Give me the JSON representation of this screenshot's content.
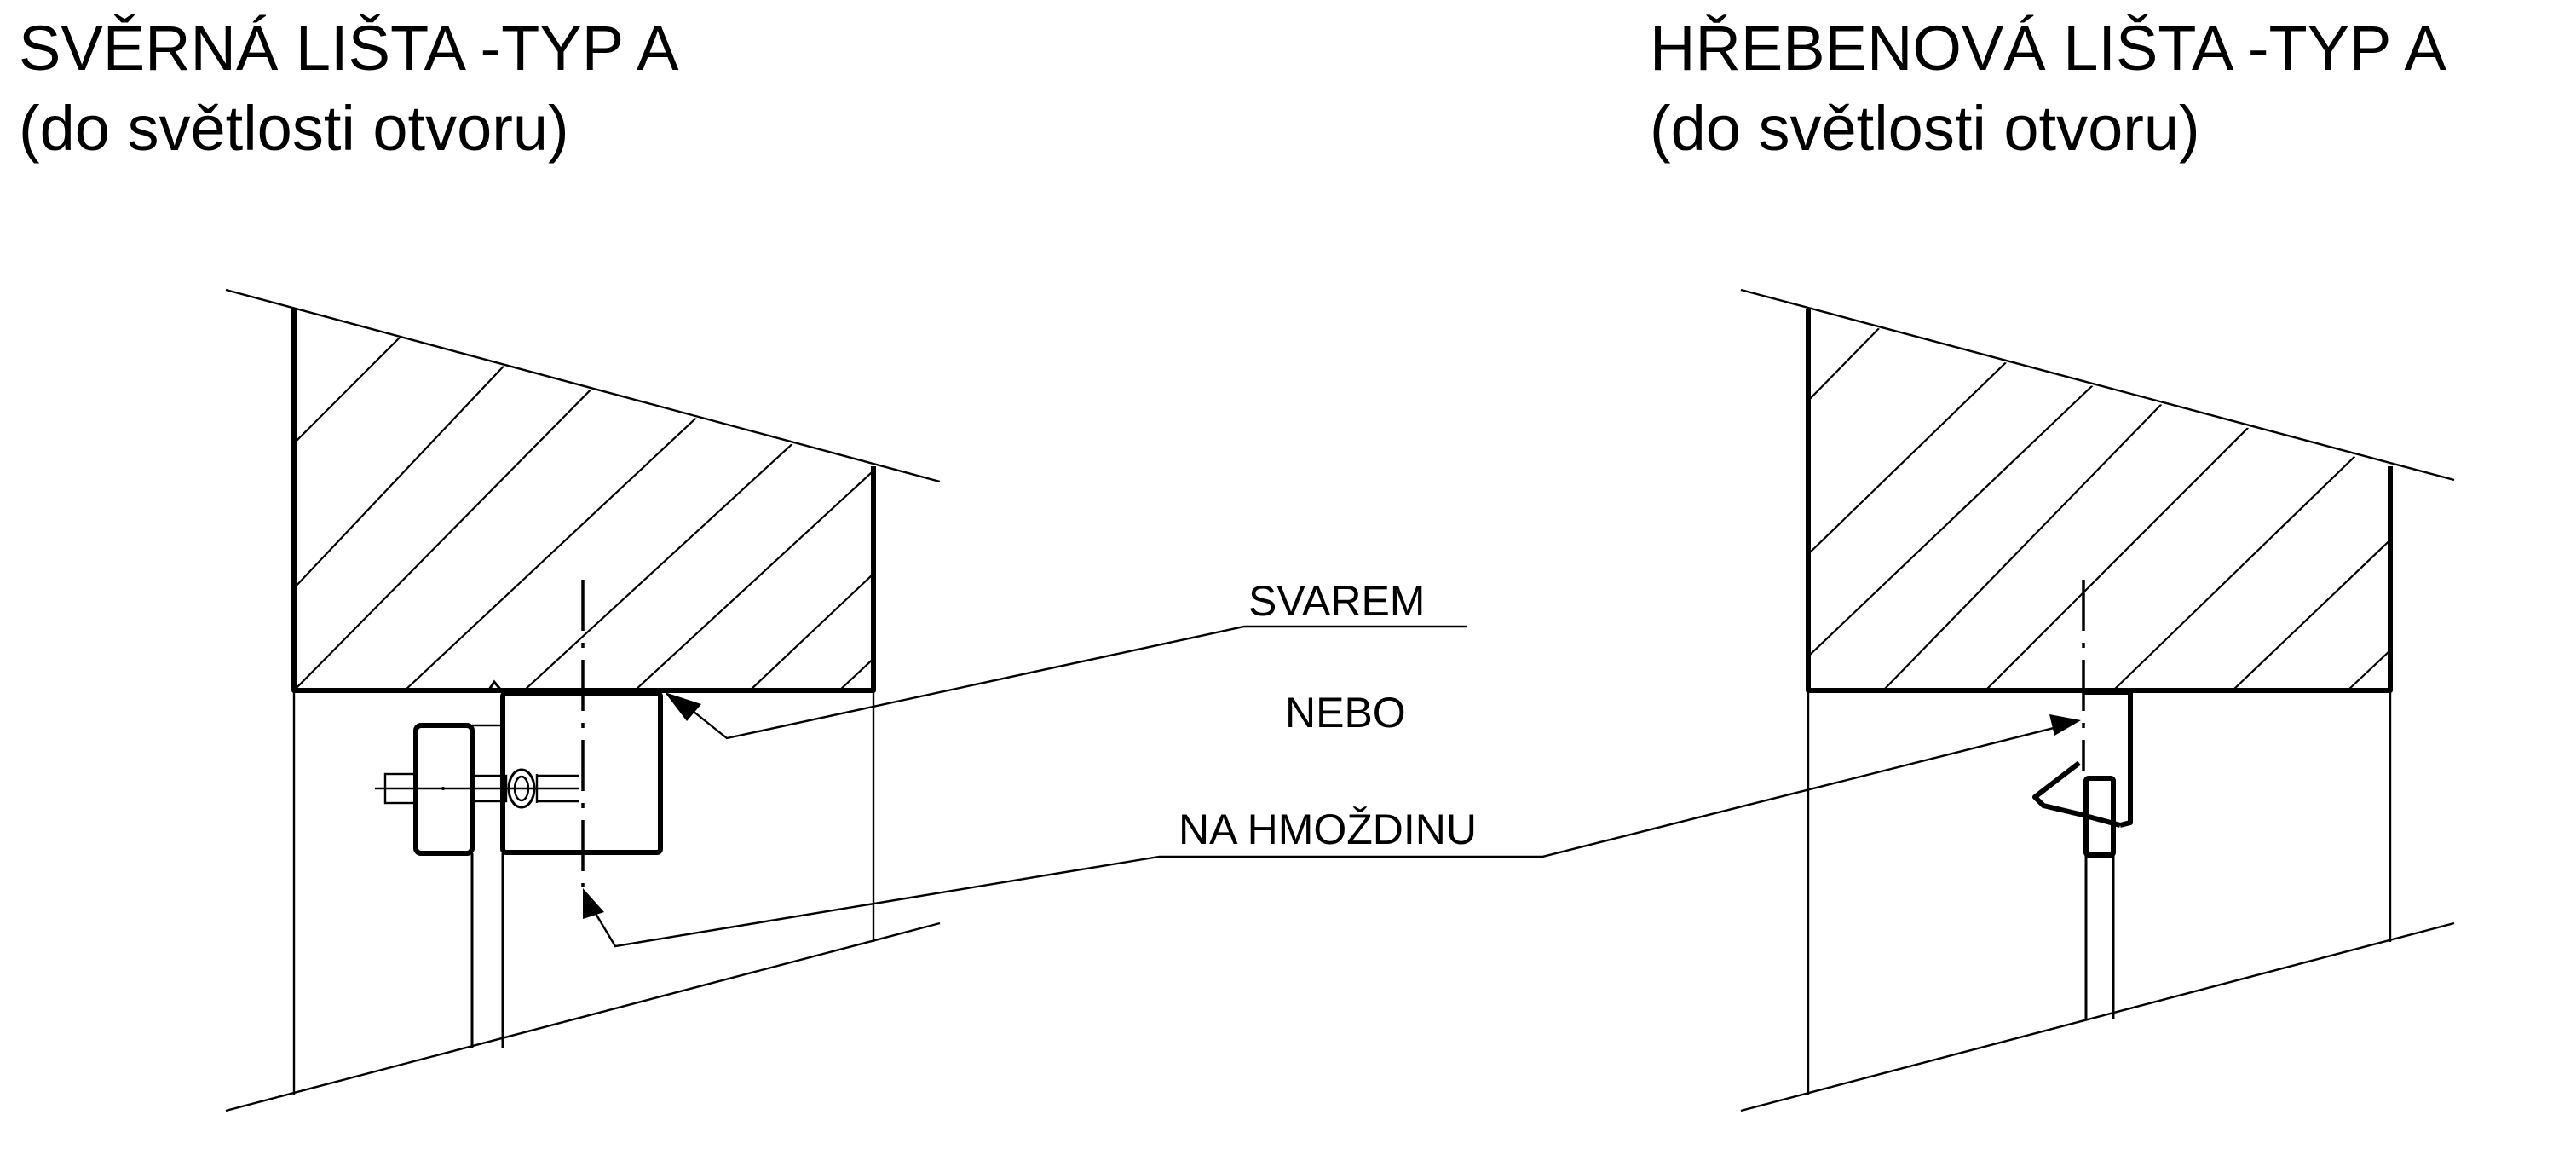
{
  "left_detail": {
    "title_line1": "SVĚRNÁ LIŠTA -TYP A",
    "title_line2": "(do světlosti otvoru)"
  },
  "right_detail": {
    "title_line1": "HŘEBENOVÁ LIŠTA -TYP A",
    "title_line2": "(do světlosti otvoru)"
  },
  "annotations": {
    "weld": "SVAREM",
    "or": "NEBO",
    "anchor": "NA HMOŽDINU"
  }
}
